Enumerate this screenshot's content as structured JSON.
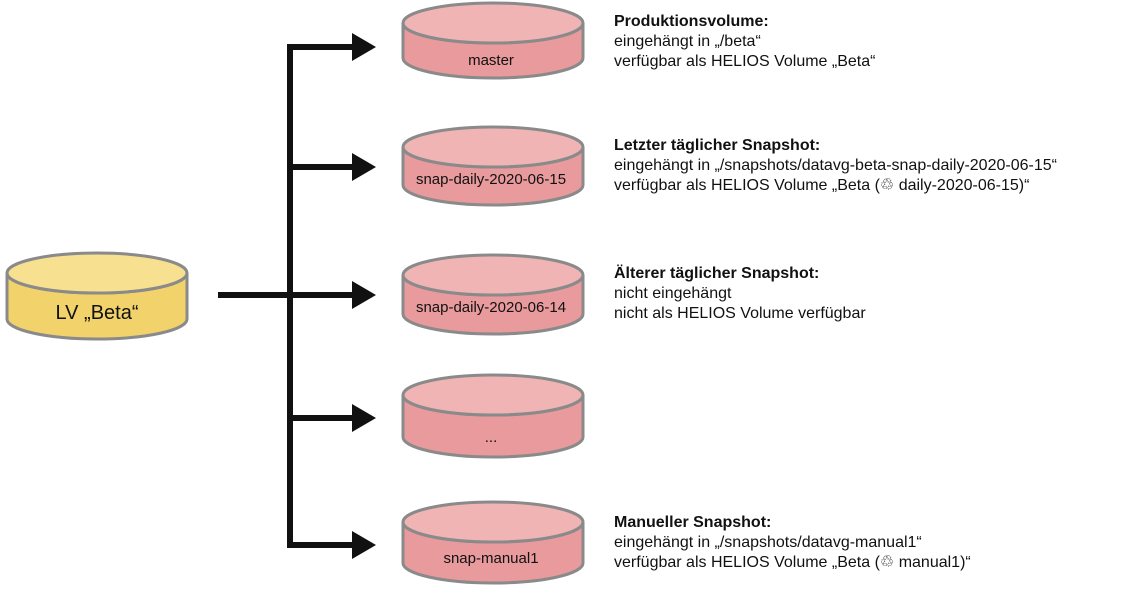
{
  "colors": {
    "source_fill": "#f2d36b",
    "source_top": "#f7e08f",
    "snapshot_fill": "#e89a9c",
    "snapshot_top": "#f0b4b5",
    "outline": "#8a8a8a",
    "arrow": "#111111"
  },
  "source": {
    "label": "LV „Beta“"
  },
  "snapshots": [
    {
      "label": "master"
    },
    {
      "label": "snap-daily-2020-06-15"
    },
    {
      "label": "snap-daily-2020-06-14"
    },
    {
      "label": "..."
    },
    {
      "label": "snap-manual1"
    }
  ],
  "descriptions": [
    {
      "title": "Produktionsvolume:",
      "line1": "eingehängt in „/beta“",
      "line2": "verfügbar als HELIOS Volume „Beta“"
    },
    {
      "title": "Letzter täglicher Snapshot:",
      "line1": "eingehängt in „/snapshots/datavg-beta-snap-daily-2020-06-15“",
      "line2": "verfügbar als HELIOS Volume „Beta (♲ daily-2020-06-15)“"
    },
    {
      "title": "Älterer täglicher Snapshot:",
      "line1": "nicht eingehängt",
      "line2": "nicht als HELIOS Volume verfügbar"
    },
    {
      "title": "Manueller Snapshot:",
      "line1": "eingehängt in „/snapshots/datavg-manual1“",
      "line2": "verfügbar als HELIOS Volume „Beta (♲ manual1)“"
    }
  ]
}
